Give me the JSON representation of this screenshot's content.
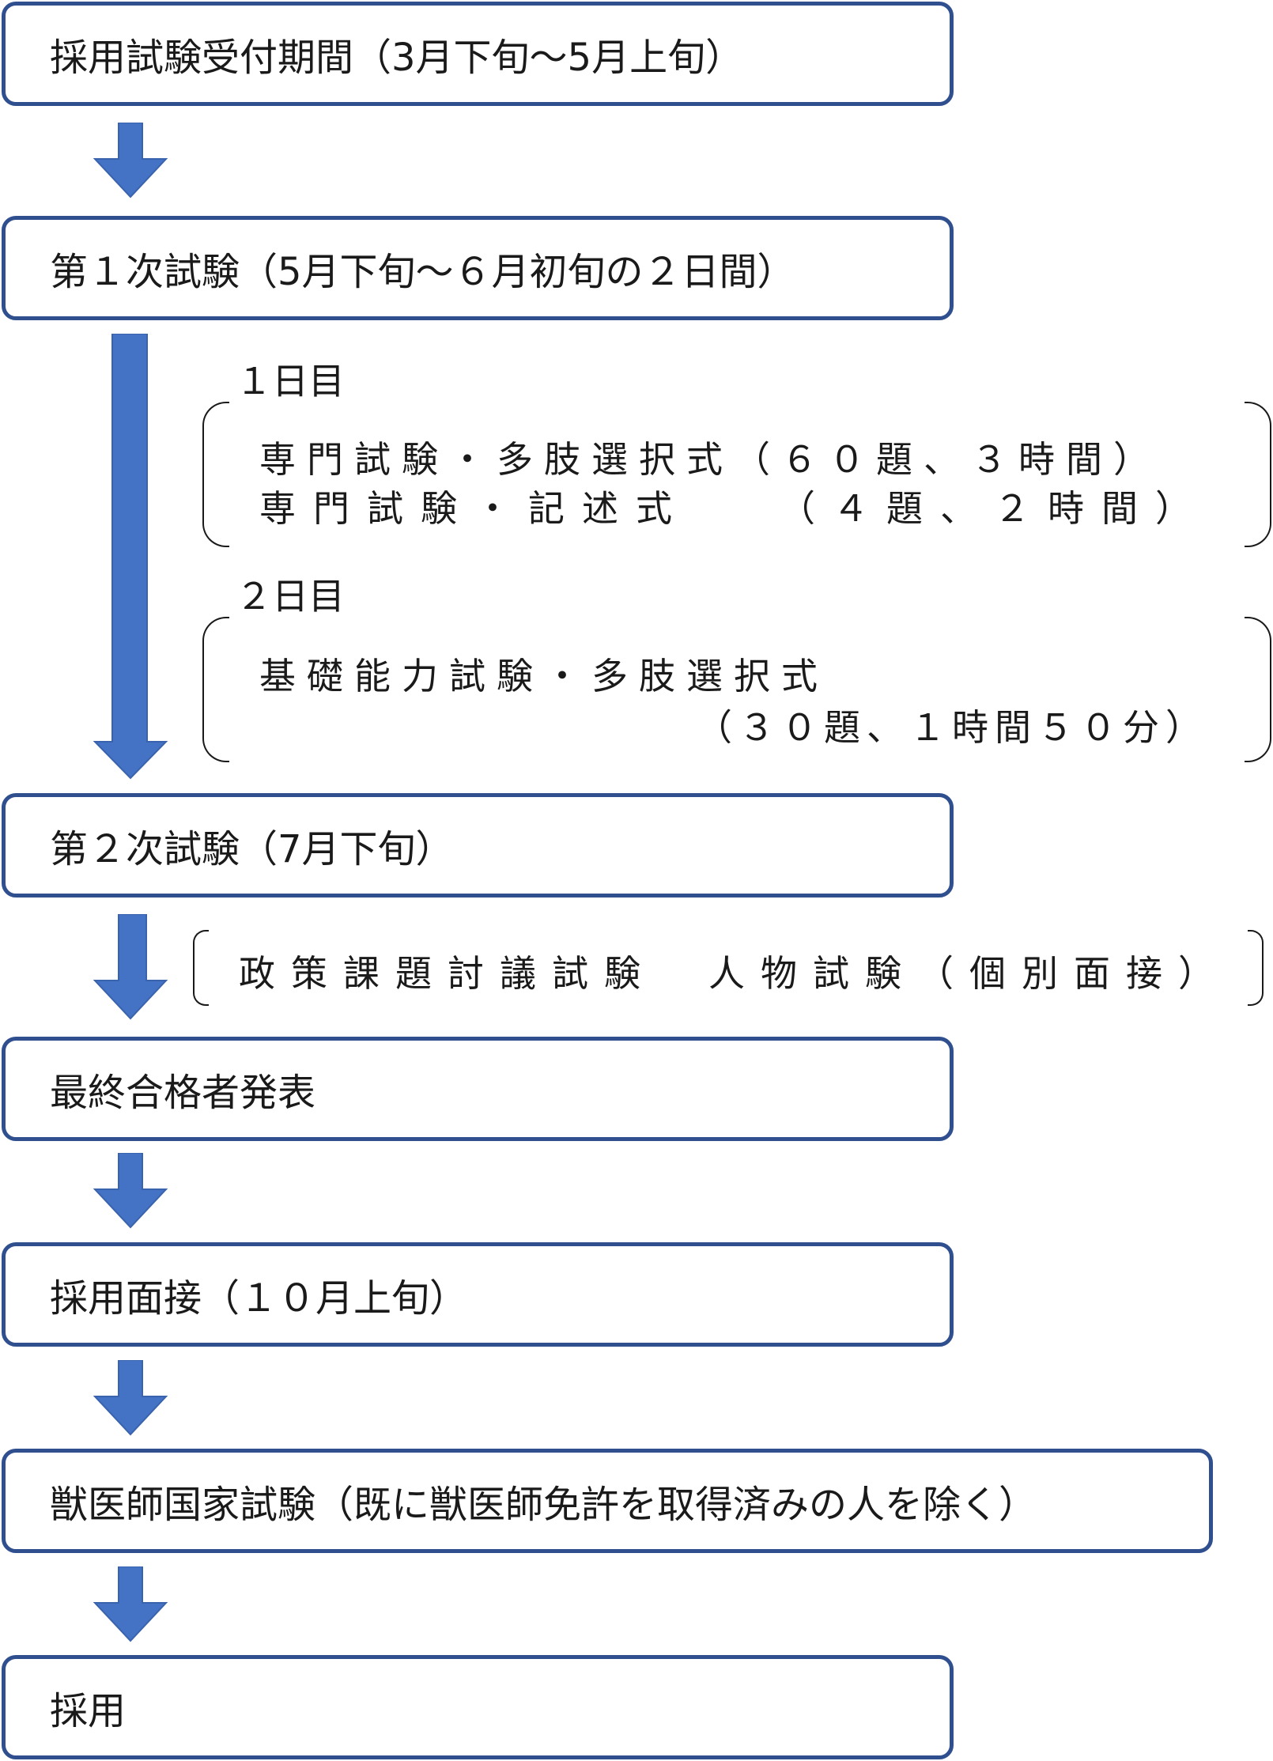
{
  "accent_color": "#4472c4",
  "border_color": "#2f4f8f",
  "steps": {
    "application": "採用試験受付期間（3月下旬～5月上旬）",
    "first_exam": "第１次試験（5月下旬～６月初旬の２日間）",
    "second_exam": "第２次試験（7月下旬）",
    "final_announcement": "最終合格者発表",
    "hiring_interview": "採用面接（１０月上旬）",
    "vet_license_exam": "獣医師国家試験（既に獣医師免許を取得済みの人を除く）",
    "hiring": "採用"
  },
  "first_exam_details": {
    "day1_label": "１日目",
    "day1_line1": "専門試験・多肢選択式（６０題、３時間）",
    "day1_line2": "専門試験・記述式　　（４題、２時間）",
    "day2_label": "２日目",
    "day2_line1": "基礎能力試験・多肢選択式",
    "day2_line2": "（３０題、１時間５０分）"
  },
  "second_exam_details": {
    "line": "政策課題討議試験　人物試験（個別面接）"
  }
}
